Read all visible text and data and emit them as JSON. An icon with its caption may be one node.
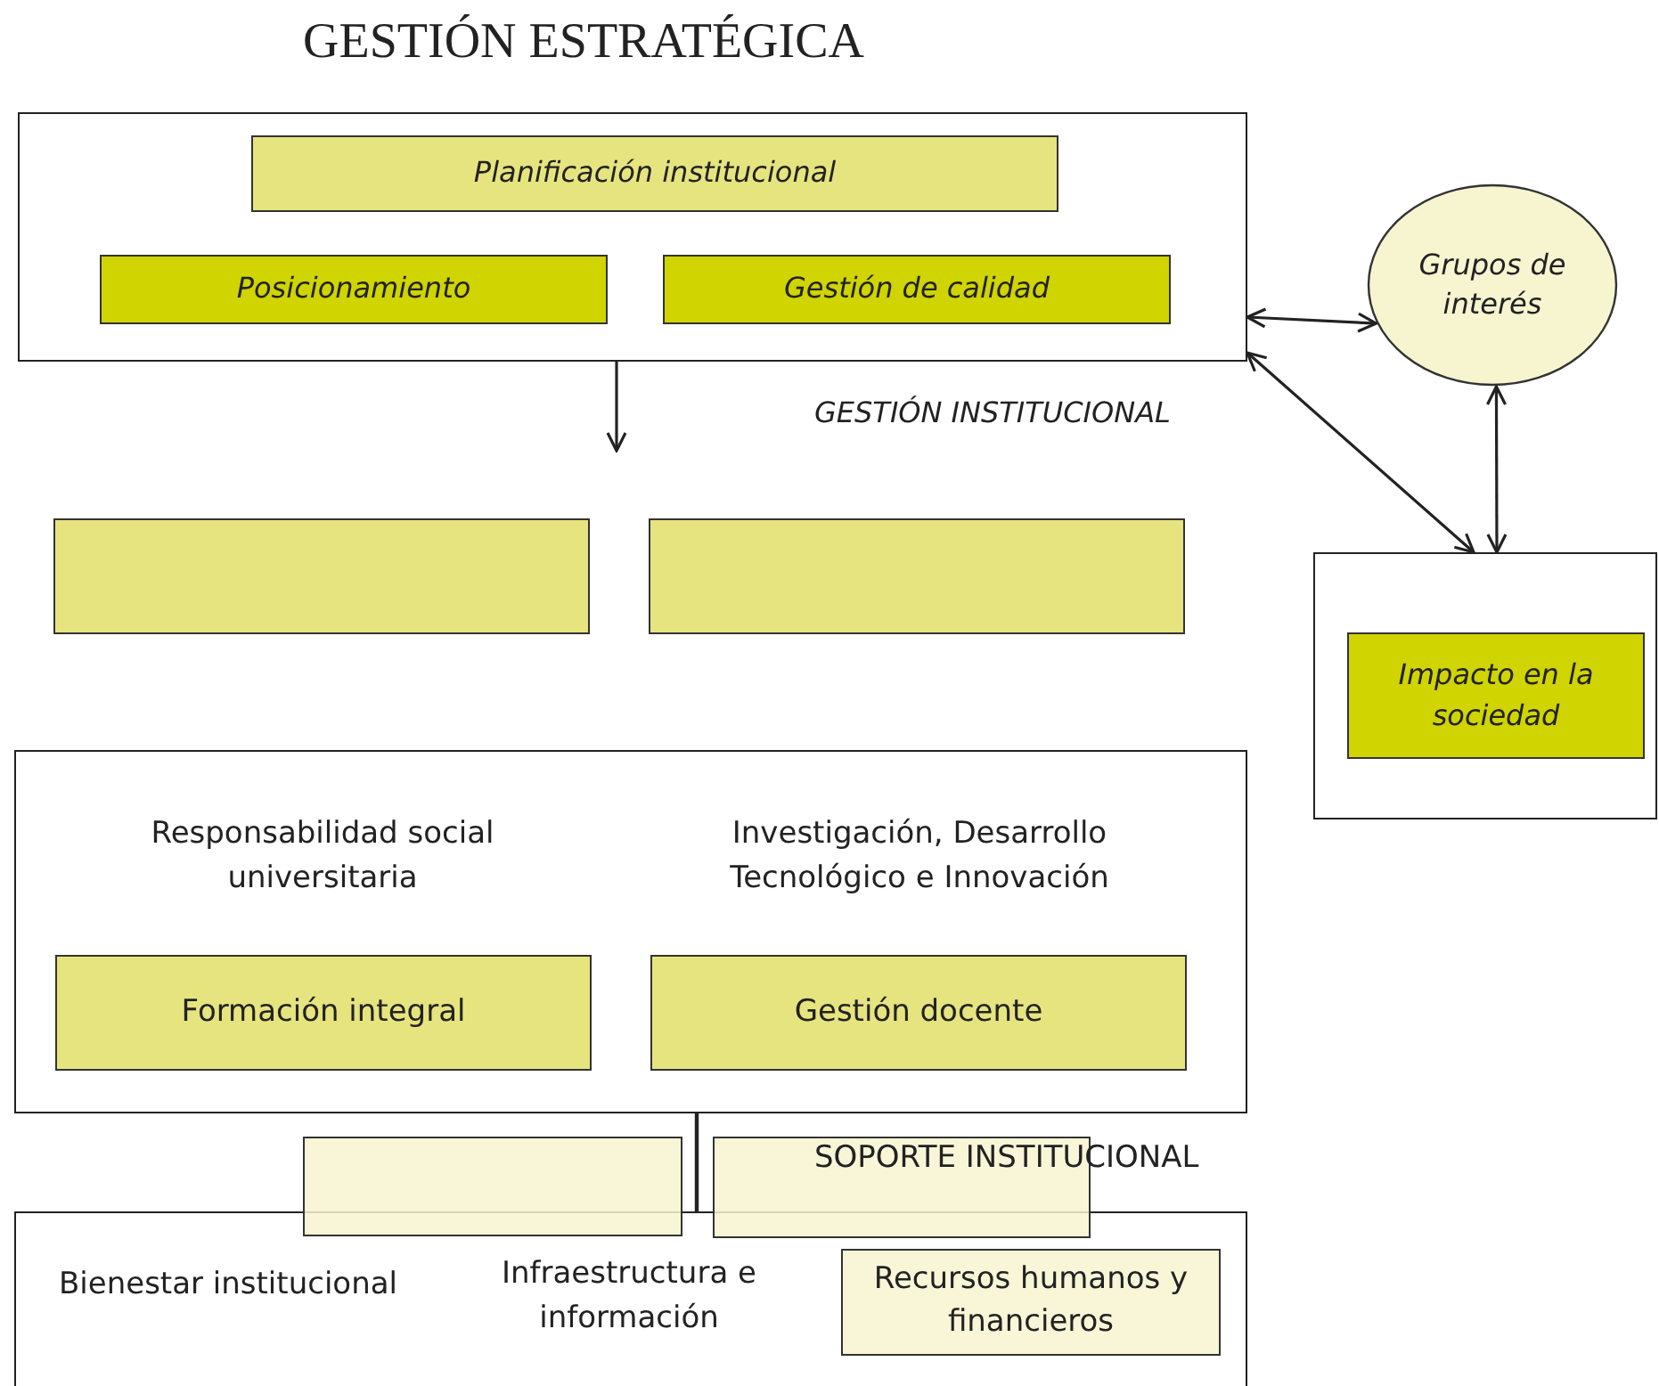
{
  "diagram": {
    "title": "GESTIÓN ESTRATÉGICA",
    "nodes": [
      {
        "text": [],
        "shape": "box"
      },
      {
        "text": [
          "Planificación institucional"
        ],
        "in": 0
      },
      {
        "text": [
          "Posicionamiento"
        ],
        "in": 0
      },
      {
        "text": [
          "Gestión de calidad"
        ],
        "in": 0
      },
      {
        "text": [
          "Grupos de interés"
        ]
      },
      {
        "text": [],
        "shape": "box"
      },
      {
        "text": [],
        "shape": "box"
      },
      {
        "text": [],
        "shape": "box"
      },
      {
        "text": [
          "Impacto en la sociedad"
        ],
        "in": 7
      },
      {
        "text": [
          "Responsabilidad social universitaria",
          "Investigación, Desarrollo Tecnológico e Innovación"
        ]
      },
      {
        "text": [
          "Formación integral"
        ],
        "in": 9
      },
      {
        "text": [
          "Gestión docente"
        ],
        "in": 9
      },
      {
        "text": [],
        "shape": "box"
      },
      {
        "text": [],
        "shape": "box"
      },
      {
        "text": [
          "Bienestar institucional",
          "Infraestructura e información"
        ]
      },
      {
        "text": [
          "Recursos humanos y financieros"
        ],
        "in": 14
      }
    ],
    "edges": [
      {
        "from": 0,
        "to": null,
        "arrow": "to"
      },
      {
        "from": 0,
        "to": 4,
        "arrow": "both"
      },
      {
        "from": 0,
        "to": 7,
        "arrow": "both"
      },
      {
        "from": 4,
        "to": 7,
        "arrow": "both"
      },
      {
        "from": 9,
        "to": 14,
        "arrow": "none"
      }
    ],
    "labels": [
      "GESTIÓN INSTITUCIONAL",
      "SOPORTE INSTITUCIONAL"
    ]
  }
}
